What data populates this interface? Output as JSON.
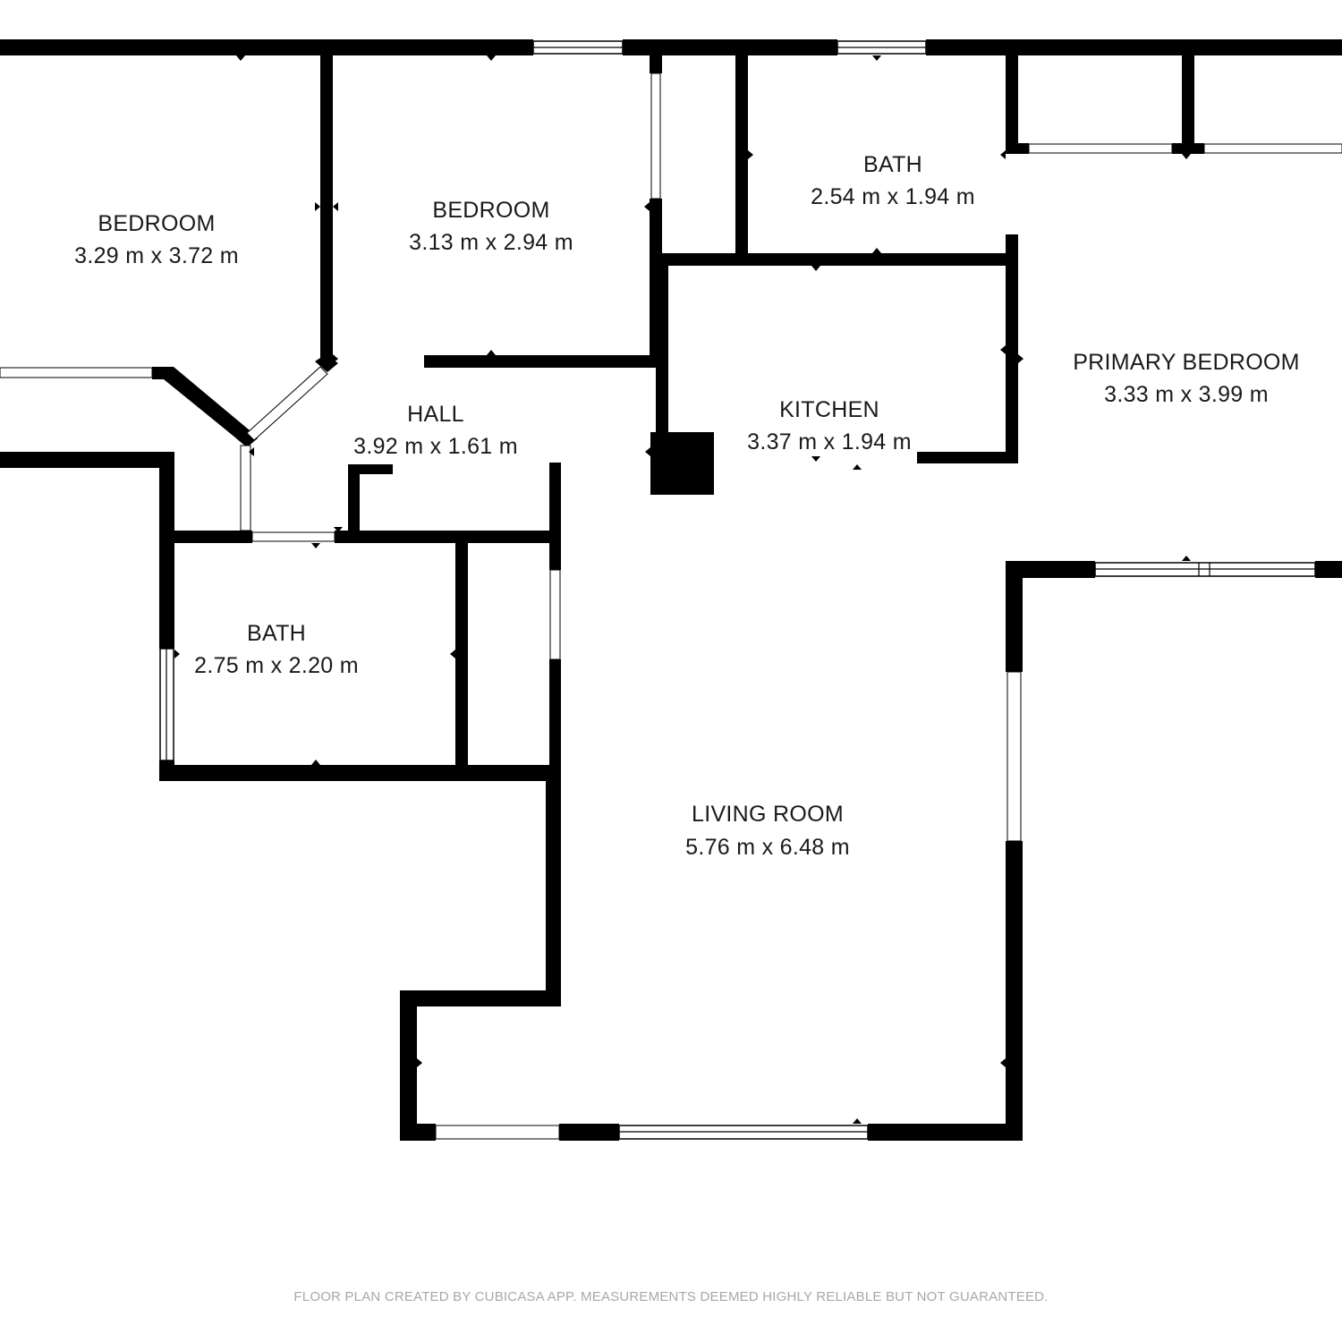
{
  "plan": {
    "rooms": [
      {
        "id": "bedroom-1",
        "name": "BEDROOM",
        "dimensions": "3.29 m x 3.72 m"
      },
      {
        "id": "bedroom-2",
        "name": "BEDROOM",
        "dimensions": "3.13 m x 2.94 m"
      },
      {
        "id": "bath-1",
        "name": "BATH",
        "dimensions": "2.54 m x 1.94 m"
      },
      {
        "id": "primary-bedroom",
        "name": "PRIMARY BEDROOM",
        "dimensions": "3.33 m x 3.99 m"
      },
      {
        "id": "hall",
        "name": "HALL",
        "dimensions": "3.92 m x 1.61 m"
      },
      {
        "id": "kitchen",
        "name": "KITCHEN",
        "dimensions": "3.37 m x 1.94 m"
      },
      {
        "id": "bath-2",
        "name": "BATH",
        "dimensions": "2.75 m x 2.20 m"
      },
      {
        "id": "living-room",
        "name": "LIVING ROOM",
        "dimensions": "5.76 m x 6.48 m"
      }
    ],
    "footer": "FLOOR PLAN CREATED BY CUBICASA APP. MEASUREMENTS DEEMED HIGHLY RELIABLE BUT NOT GUARANTEED.",
    "colors": {
      "wall": "#000000",
      "text": "#1a1a1a",
      "footer_text": "#a8a8a8"
    }
  }
}
